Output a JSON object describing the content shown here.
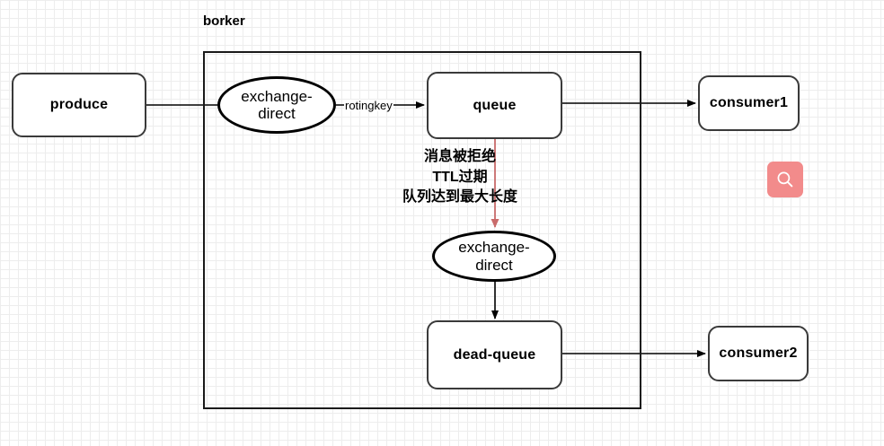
{
  "diagram": {
    "container": {
      "label": "borker"
    },
    "nodes": [
      {
        "id": "produce",
        "label": "produce",
        "shape": "rounded-rect"
      },
      {
        "id": "exchange-direct",
        "label": "exchange-\ndirect",
        "shape": "ellipse"
      },
      {
        "id": "queue",
        "label": "queue",
        "shape": "rounded-rect"
      },
      {
        "id": "consumer1",
        "label": "consumer1",
        "shape": "rounded-rect"
      },
      {
        "id": "dead-exchange",
        "label": "exchange-\ndirect",
        "shape": "ellipse"
      },
      {
        "id": "dead-queue",
        "label": "dead-queue",
        "shape": "rounded-rect"
      },
      {
        "id": "consumer2",
        "label": "consumer2",
        "shape": "rounded-rect"
      }
    ],
    "edges": [
      {
        "id": "produce-to-exchange",
        "label": "",
        "color": "#000000"
      },
      {
        "id": "exchange-to-queue",
        "label": "rotingkey",
        "color": "#000000"
      },
      {
        "id": "queue-to-consumer1",
        "label": "",
        "color": "#000000"
      },
      {
        "id": "queue-to-dead-exchange",
        "label": "",
        "color": "#c96b6b"
      },
      {
        "id": "dead-exchange-to-dead-queue",
        "label": "",
        "color": "#000000"
      },
      {
        "id": "dead-queue-to-consumer2",
        "label": "",
        "color": "#000000"
      }
    ],
    "note": {
      "lines": [
        "消息被拒绝",
        "TTL过期",
        "队列达到最大长度"
      ]
    },
    "colors": {
      "dead_letter_arrow": "#c96b6b",
      "search_button_bg": "#f28b8b",
      "search_button_icon": "#ffffff",
      "node_stroke": "#3a3a3a",
      "ellipse_stroke": "#000000"
    }
  },
  "toolbar": {
    "search": {
      "icon": "search-icon",
      "label": ""
    }
  }
}
